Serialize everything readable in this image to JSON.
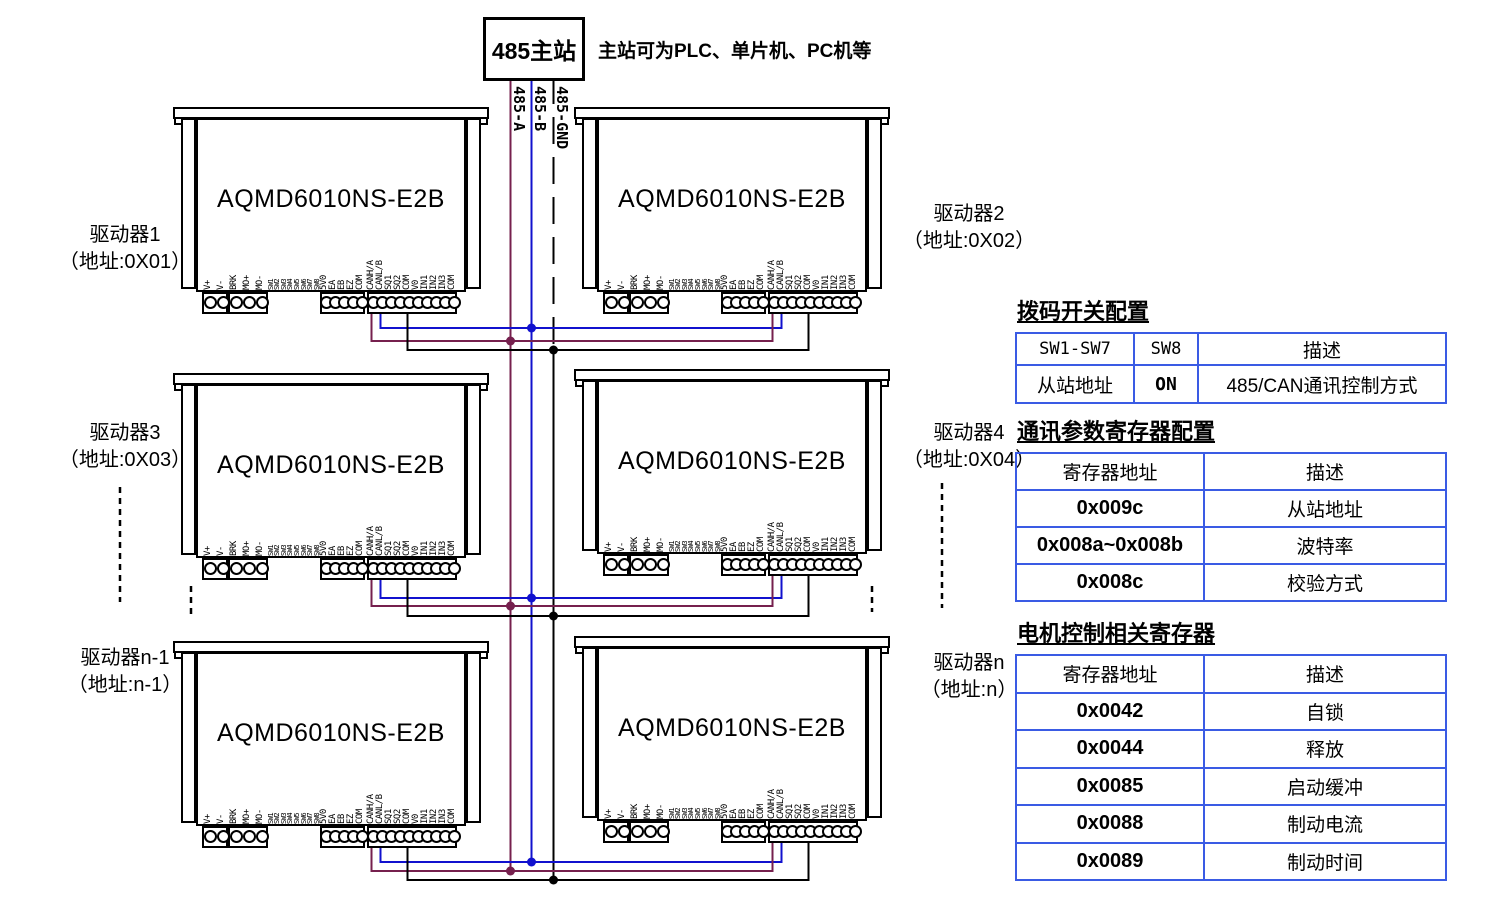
{
  "master": {
    "label": "485主站",
    "note": "主站可为PLC、单片机、PC机等"
  },
  "bus": {
    "line_a": "485-A",
    "line_b": "485-B",
    "line_gnd": "485-GND"
  },
  "colors": {
    "bus_a": "#76204E",
    "bus_b": "#1111CE",
    "bus_gnd": "#000000",
    "table_border": "#3A5BE4"
  },
  "driver": {
    "model": "AQMD6010NS-E2B",
    "terminals": {
      "power": [
        "V+",
        "V-"
      ],
      "motor": [
        "BRK",
        "MO+",
        "MO-"
      ],
      "dip": [
        "SW1",
        "SW2",
        "SW3",
        "SW4",
        "SW5",
        "SW6",
        "SW7",
        "SW8"
      ],
      "encoder": [
        "5V0",
        "EA",
        "EB",
        "EZ",
        "COM"
      ],
      "io": [
        "CANH/A",
        "CANL/B",
        "SQ1",
        "SQ2",
        "COM",
        "V0",
        "IN1",
        "IN2",
        "IN3",
        "COM"
      ]
    }
  },
  "drivers": [
    {
      "name": "驱动器1",
      "addr": "（地址:0X01）"
    },
    {
      "name": "驱动器2",
      "addr": "（地址:0X02）"
    },
    {
      "name": "驱动器3",
      "addr": "（地址:0X03）"
    },
    {
      "name": "驱动器4",
      "addr": "（地址:0X04）"
    },
    {
      "name": "驱动器n-1",
      "addr": "（地址:n-1）"
    },
    {
      "name": "驱动器n",
      "addr": "（地址:n）"
    }
  ],
  "tables": [
    {
      "title": "拨码开关配置",
      "headers": [
        "SW1-SW7",
        "SW8",
        "描述"
      ],
      "rows": [
        [
          "从站地址",
          "ON",
          "485/CAN通讯控制方式"
        ]
      ]
    },
    {
      "title": "通讯参数寄存器配置",
      "headers": [
        "寄存器地址",
        "描述"
      ],
      "rows": [
        [
          "0x009c",
          "从站地址"
        ],
        [
          "0x008a~0x008b",
          "波特率"
        ],
        [
          "0x008c",
          "校验方式"
        ]
      ]
    },
    {
      "title": "电机控制相关寄存器",
      "headers": [
        "寄存器地址",
        "描述"
      ],
      "rows": [
        [
          "0x0042",
          "自锁"
        ],
        [
          "0x0044",
          "释放"
        ],
        [
          "0x0085",
          "启动缓冲"
        ],
        [
          "0x0088",
          "制动电流"
        ],
        [
          "0x0089",
          "制动时间"
        ]
      ]
    }
  ]
}
